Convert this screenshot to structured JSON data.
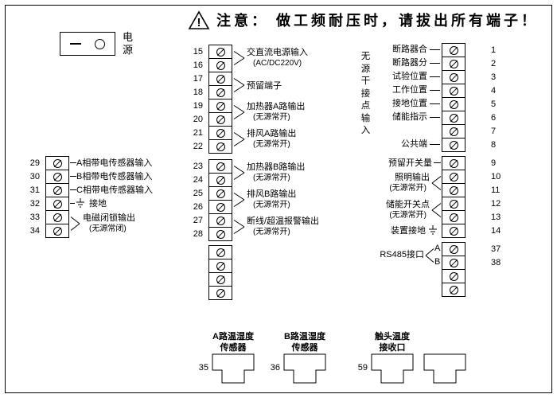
{
  "warning": {
    "icon": "warning-triangle",
    "text": "注意： 做工频耐压时，请拔出所有端子！"
  },
  "power": {
    "label": "电源"
  },
  "strips": {
    "left": [
      "29",
      "30",
      "31",
      "32",
      "33",
      "34"
    ],
    "mid1": [
      "15",
      "16",
      "17",
      "18",
      "19",
      "20",
      "21",
      "22"
    ],
    "mid2": [
      "23",
      "24",
      "25",
      "26",
      "27",
      "28"
    ],
    "mid3": [
      "",
      "",
      "",
      ""
    ],
    "right1": [
      "1",
      "2",
      "3",
      "4",
      "5",
      "6",
      "7",
      "8"
    ],
    "right2": [
      "9",
      "10",
      "11",
      "12",
      "13",
      "14"
    ],
    "right3": [
      "37",
      "38",
      "",
      ""
    ]
  },
  "left_labels": {
    "phase_a": "A相带电传感器输入",
    "phase_b": "B相带电传感器输入",
    "phase_c": "C相带电传感器输入",
    "ground": "接地",
    "interlock": "电磁闭锁输出",
    "interlock_sub": "(无源常闭)"
  },
  "mid_labels": [
    {
      "main": "交直流电源输入",
      "sub": "(AC/DC220V)"
    },
    {
      "main": "预留端子",
      "sub": ""
    },
    {
      "main": "加热器A路输出",
      "sub": "(无源常开)"
    },
    {
      "main": "排风A路输出",
      "sub": "(无源常开)"
    },
    {
      "main": "加热器B路输出",
      "sub": "(无源常开)"
    },
    {
      "main": "排风B路输出",
      "sub": "(无源常开)"
    },
    {
      "main": "断线/超温报警输出",
      "sub": "(无源常开)"
    }
  ],
  "right1_labels": [
    "断路器合",
    "断路器分",
    "试验位置",
    "工作位置",
    "接地位置",
    "储能指示",
    "",
    "公共端"
  ],
  "right1_vertical": "无源干接点输入",
  "right2_labels": {
    "reserved": "预留开关量",
    "lighting": "照明输出",
    "lighting_sub": "(无源常开)",
    "energy_switch": "储能开关点",
    "energy_switch_sub": "(无源常开)",
    "device_ground": "装置接地"
  },
  "rs485": {
    "label": "RS485接口",
    "a": "A",
    "b": "B"
  },
  "connectors": [
    {
      "number": "35",
      "line1": "A路温湿度",
      "line2": "传感器"
    },
    {
      "number": "36",
      "line1": "B路温湿度",
      "line2": "传感器"
    },
    {
      "number": "59",
      "line1": "触头温度",
      "line2": "接收口"
    },
    {
      "number": "",
      "line1": "",
      "line2": ""
    }
  ]
}
